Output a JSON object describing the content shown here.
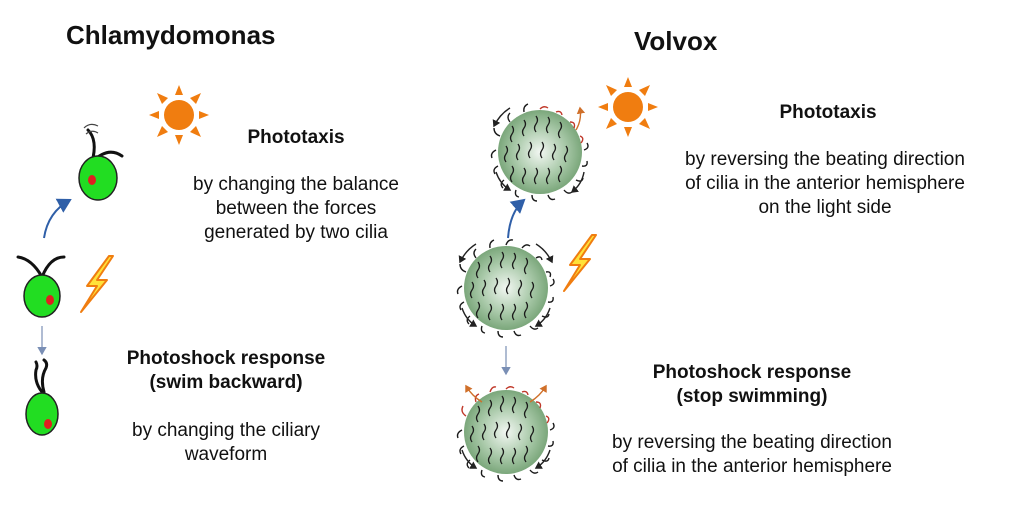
{
  "chlamy": {
    "title": "Chlamydomonas",
    "phototaxis": {
      "heading": "Phototaxis",
      "line1": "by changing the balance",
      "line2": "between the forces",
      "line3": "generated by two cilia"
    },
    "photoshock": {
      "heading1": "Photoshock response",
      "heading2": "(swim backward)",
      "line1": "by changing the ciliary",
      "line2": "waveform"
    }
  },
  "volvox": {
    "title": "Volvox",
    "phototaxis": {
      "heading": "Phototaxis",
      "line1": "by reversing the beating direction",
      "line2": "of cilia in the anterior hemisphere",
      "line3": "on the light side"
    },
    "photoshock": {
      "heading1": "Photoshock response",
      "heading2": "(stop swimming)",
      "line1": "by reversing the  beating direction",
      "line2": "of cilia in the anterior hemisphere"
    }
  },
  "colors": {
    "cell_green": "#22dd22",
    "eyespot_red": "#e02020",
    "sun_orange": "#f07d10",
    "lightning_yellow": "#ffe23a",
    "arrow_blue": "#2f5fa8",
    "volvox_green": "#6f9e6f",
    "reversed_cilia_red": "#c0392b"
  },
  "icons": {
    "sun": "sun-icon",
    "lightning": "lightning-icon"
  }
}
